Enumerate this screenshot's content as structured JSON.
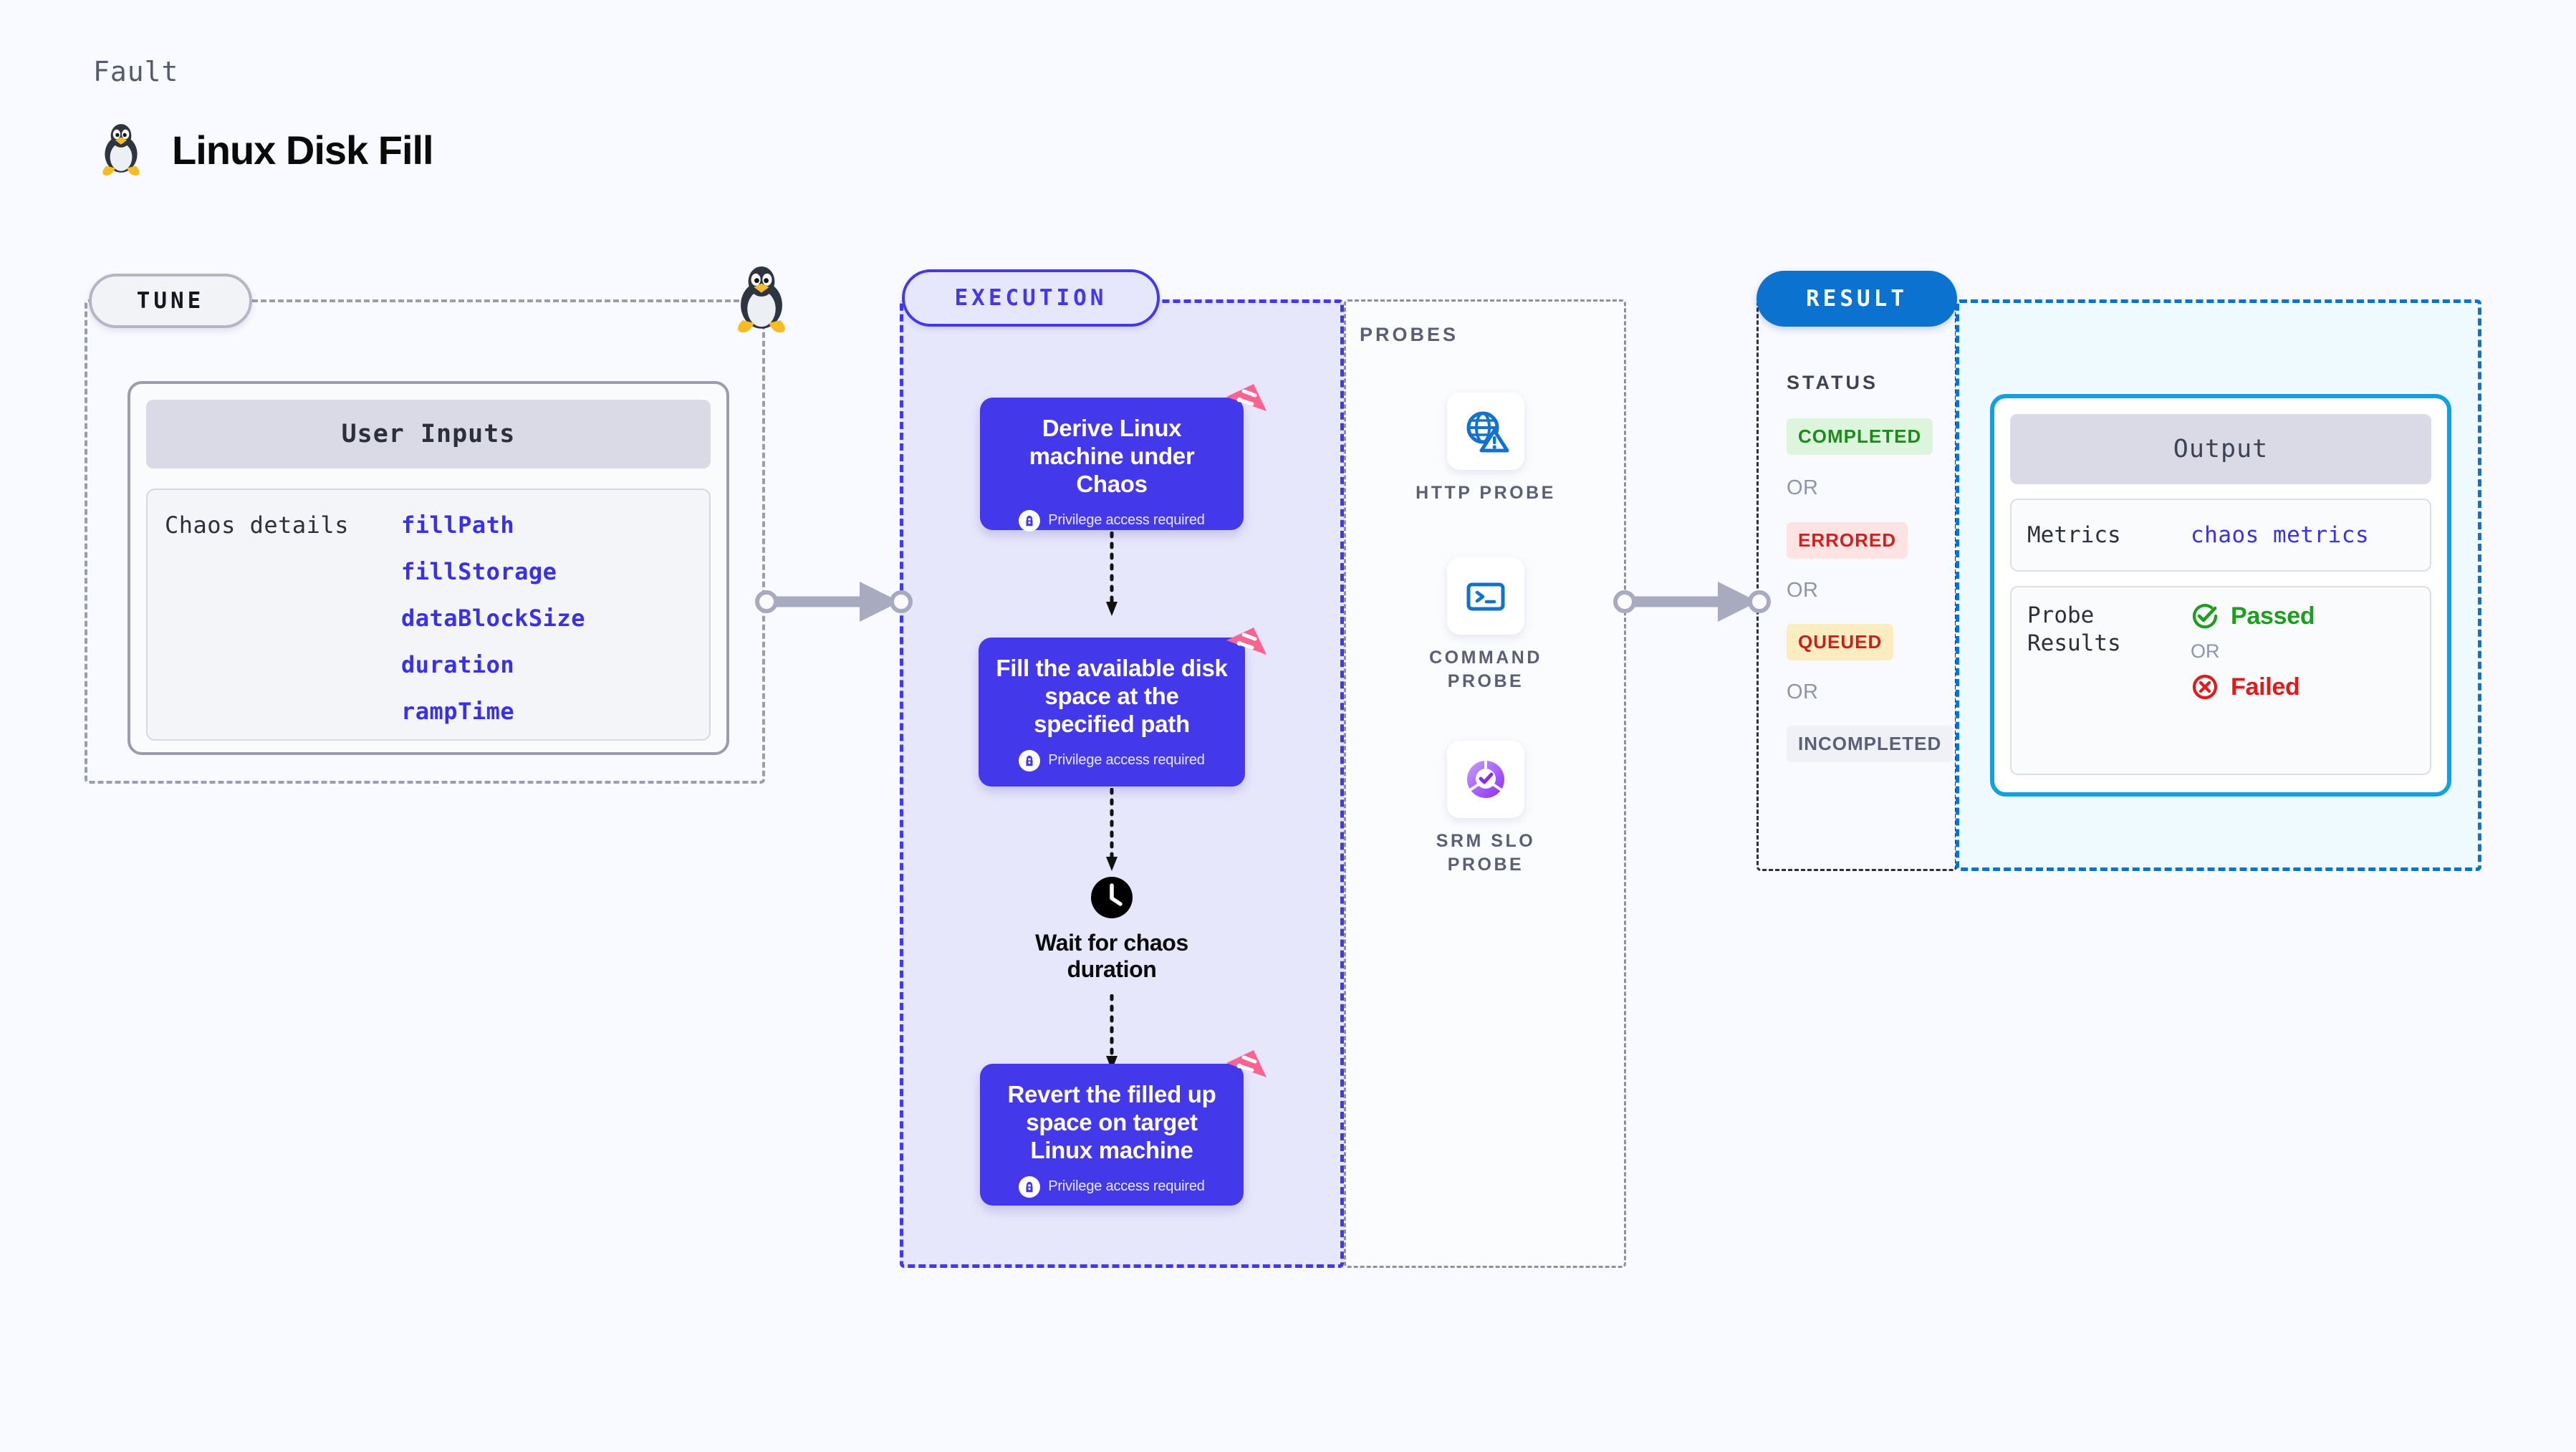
{
  "header": {
    "eyebrow": "Fault",
    "title": "Linux Disk Fill",
    "icon": "linux-penguin-icon"
  },
  "sections": {
    "tune": {
      "badge": "TUNE",
      "card": {
        "header": "User Inputs",
        "row_label": "Chaos details",
        "params": [
          "fillPath",
          "fillStorage",
          "dataBlockSize",
          "duration",
          "rampTime"
        ]
      }
    },
    "execution": {
      "badge": "EXECUTION",
      "steps": [
        {
          "title": "Derive Linux machine under Chaos",
          "privilege": "Privilege access required",
          "icons": [
            "lock-icon",
            "fault-ribbon-icon"
          ]
        },
        {
          "title": "Fill the available disk space at the specified path",
          "privilege": "Privilege access required",
          "icons": [
            "lock-icon",
            "fault-ribbon-icon"
          ]
        },
        {
          "title": "Revert the filled up space on target Linux machine",
          "privilege": "Privilege access required",
          "icons": [
            "lock-icon",
            "fault-ribbon-icon"
          ]
        }
      ],
      "wait_node": {
        "label": "Wait for chaos duration",
        "icon": "clock-icon"
      }
    },
    "probes": {
      "label": "PROBES",
      "items": [
        {
          "name": "HTTP PROBE",
          "icon": "globe-warning-icon"
        },
        {
          "name": "COMMAND PROBE",
          "icon": "terminal-icon"
        },
        {
          "name": "SRM SLO PROBE",
          "icon": "slo-donut-check-icon"
        }
      ]
    },
    "result": {
      "badge": "RESULT",
      "status_label": "STATUS",
      "or_label": "OR",
      "statuses": [
        {
          "text": "COMPLETED",
          "color": "#1d8a1d",
          "bg": "#dcf5dc"
        },
        {
          "text": "ERRORED",
          "color": "#cf1f1f",
          "bg": "#fde4e2"
        },
        {
          "text": "QUEUED",
          "color": "#c91f1f",
          "bg": "#fcecc2"
        },
        {
          "text": "INCOMPLETED",
          "color": "#5a5f75",
          "bg": "#f0f1f6"
        }
      ]
    },
    "output": {
      "header": "Output",
      "metrics_key": "Metrics",
      "metrics_value": "chaos metrics",
      "probe_results_key": "Probe Results",
      "or_label": "OR",
      "passed": {
        "text": "Passed",
        "icon": "check-circle-icon",
        "color": "#1f9d1f"
      },
      "failed": {
        "text": "Failed",
        "icon": "x-circle-icon",
        "color": "#e01b1b"
      }
    }
  },
  "colors": {
    "background": "#f9faff",
    "execution_accent": "#4338ea",
    "result_accent": "#0b72cf",
    "output_accent": "#12a0e0",
    "param_text": "#3a30e8",
    "fault_ribbon": "#fb6392"
  }
}
